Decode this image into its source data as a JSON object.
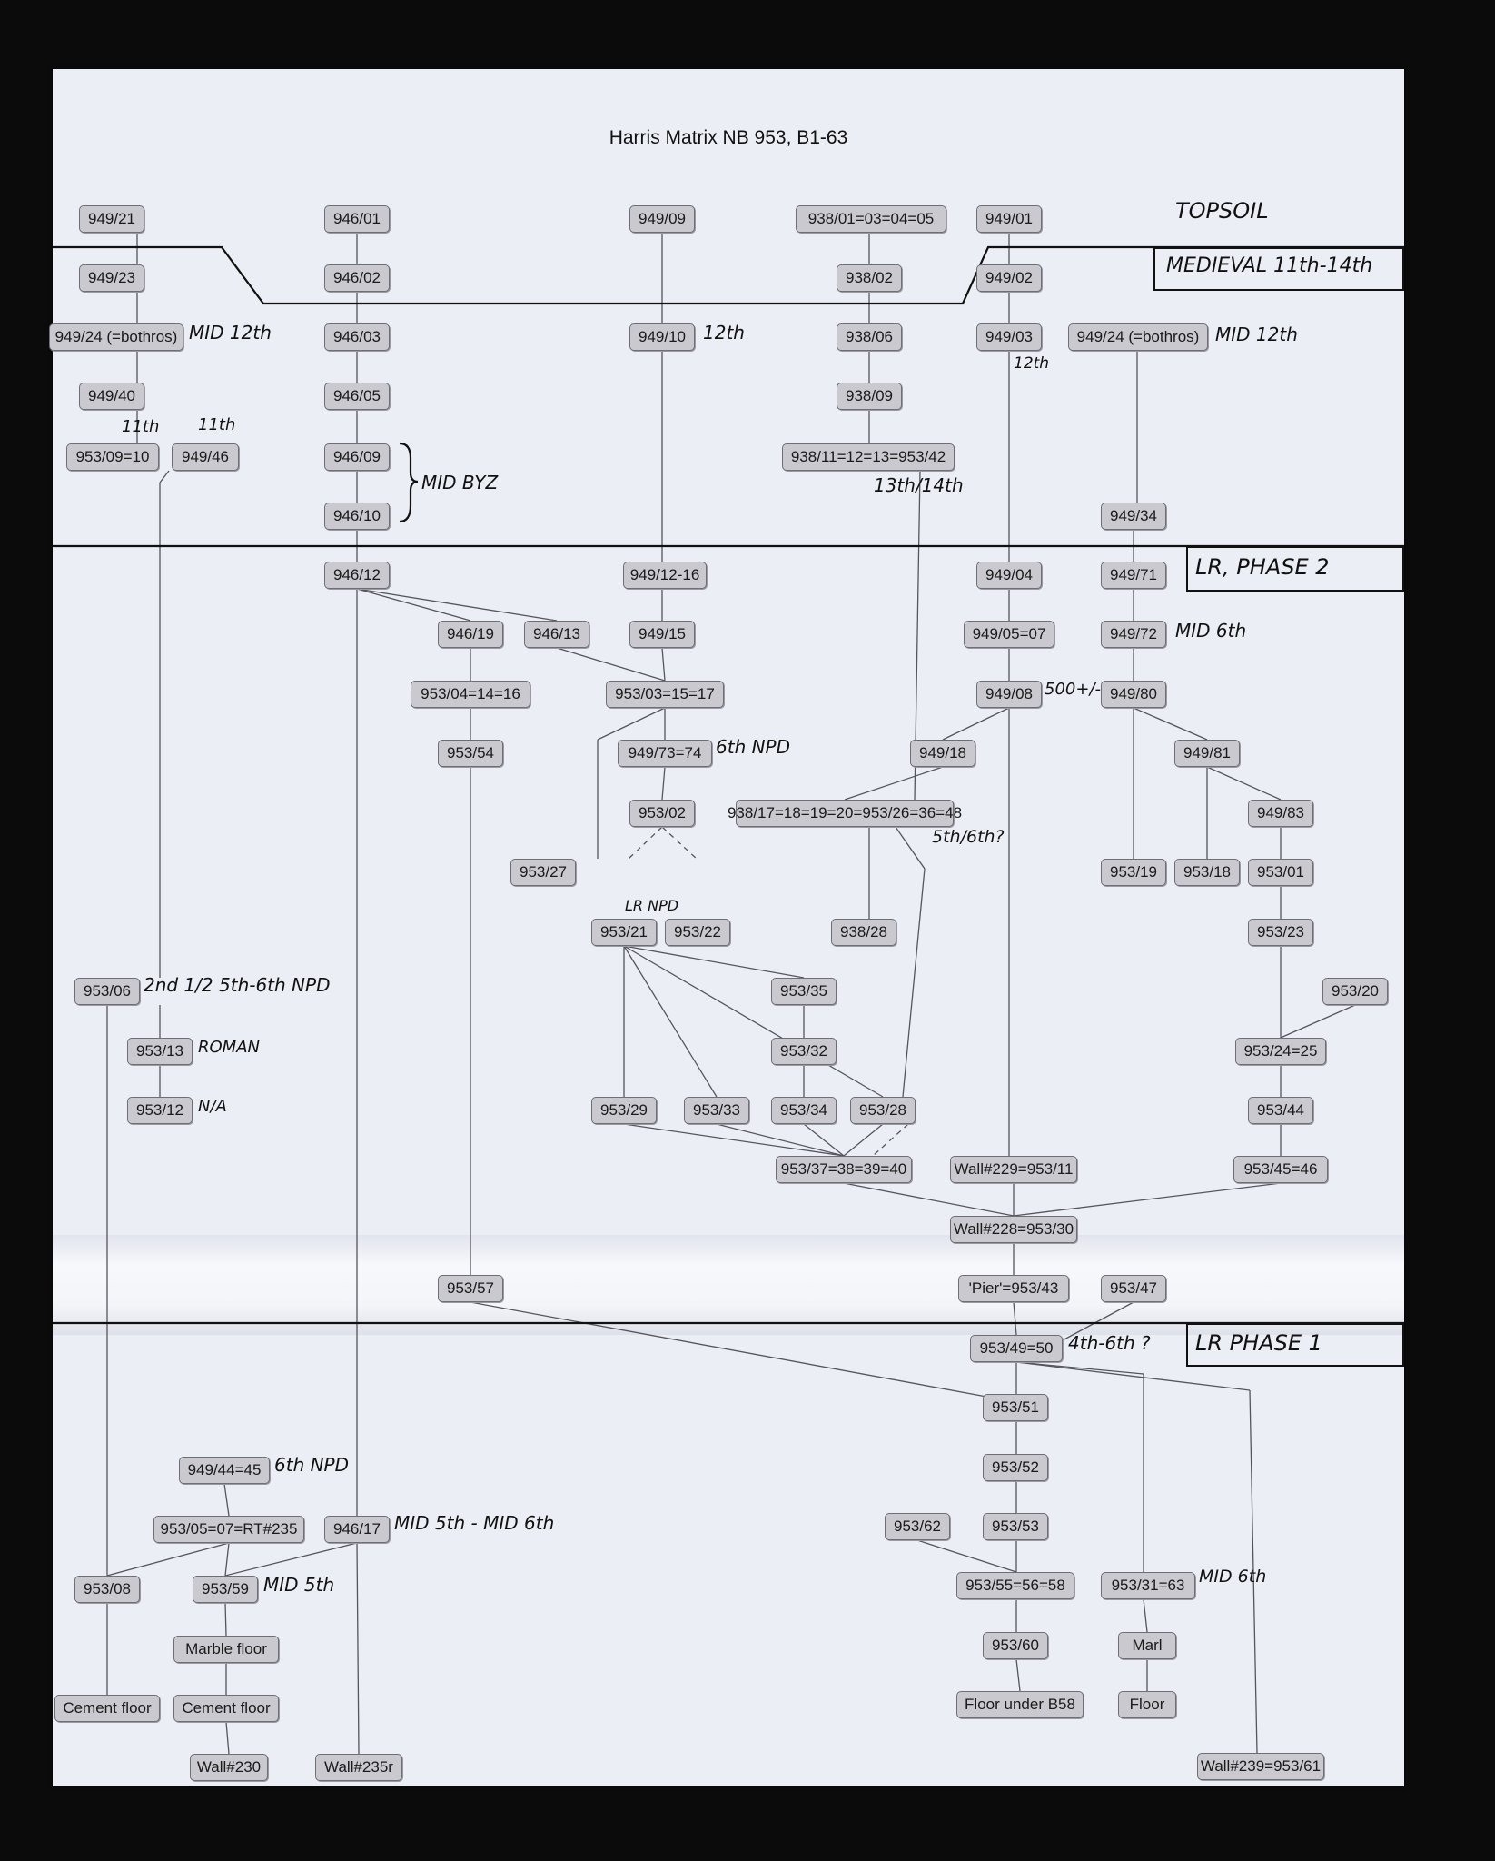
{
  "title": "Harris Matrix NB 953, B1-63",
  "phases": {
    "topsoil": "TOPSOIL",
    "medieval": "MEDIEVAL 11th-14th",
    "lr2": "LR, PHASE 2",
    "lr1": "LR PHASE 1"
  },
  "contexts": {
    "c949_21": "949/21",
    "c946_01": "946/01",
    "c949_09": "949/09",
    "c938_01": "938/01=03=04=05",
    "c949_01": "949/01",
    "c949_23": "949/23",
    "c946_02": "946/02",
    "c938_02": "938/02",
    "c949_02": "949/02",
    "c949_24a": "949/24 (=bothros)",
    "c946_03": "946/03",
    "c949_10": "949/10",
    "c938_06": "938/06",
    "c949_03": "949/03",
    "c949_24b": "949/24 (=bothros)",
    "c949_40": "949/40",
    "c946_05": "946/05",
    "c938_09": "938/09",
    "c953_09": "953/09=10",
    "c949_46": "949/46",
    "c946_09": "946/09",
    "c938_11": "938/11=12=13=953/42",
    "c946_10": "946/10",
    "c949_34": "949/34",
    "c946_12": "946/12",
    "c949_12": "949/12-16",
    "c949_04": "949/04",
    "c949_71": "949/71",
    "c946_19": "946/19",
    "c946_13": "946/13",
    "c949_15": "949/15",
    "c949_05": "949/05=07",
    "c949_72": "949/72",
    "c953_04": "953/04=14=16",
    "c953_03": "953/03=15=17",
    "c949_08": "949/08",
    "c949_80": "949/80",
    "c953_54": "953/54",
    "c949_73": "949/73=74",
    "c949_18": "949/18",
    "c949_81": "949/81",
    "c953_02": "953/02",
    "c938_17": "938/17=18=19=20=953/26=36=48",
    "c949_83": "949/83",
    "c953_27": "953/27",
    "c953_19": "953/19",
    "c953_18": "953/18",
    "c953_01": "953/01",
    "c953_21": "953/21",
    "c953_22": "953/22",
    "c938_28": "938/28",
    "c953_23": "953/23",
    "c953_06": "953/06",
    "c953_35": "953/35",
    "c953_20": "953/20",
    "c953_13": "953/13",
    "c953_32": "953/32",
    "c953_24": "953/24=25",
    "c953_12": "953/12",
    "c953_29": "953/29",
    "c953_33": "953/33",
    "c953_34": "953/34",
    "c953_28": "953/28",
    "c953_44": "953/44",
    "c953_37": "953/37=38=39=40",
    "c_wall229": "Wall#229=953/11",
    "c953_45": "953/45=46",
    "c_wall228": "Wall#228=953/30",
    "c953_57": "953/57",
    "c_pier": "'Pier'=953/43",
    "c953_47": "953/47",
    "c953_49": "953/49=50",
    "c953_51": "953/51",
    "c953_52": "953/52",
    "c949_44": "949/44=45",
    "c953_62": "953/62",
    "c953_53": "953/53",
    "c953_05": "953/05=07=RT#235",
    "c946_17": "946/17",
    "c953_08": "953/08",
    "c953_59": "953/59",
    "c953_55": "953/55=56=58",
    "c953_31": "953/31=63",
    "c953_60": "953/60",
    "c_marl": "Marl",
    "c_marble": "Marble floor",
    "c_cement1": "Cement floor",
    "c_cement2": "Cement floor",
    "c_floorb58": "Floor under B58",
    "c_floor": "Floor",
    "c_wall230": "Wall#230",
    "c_wall235": "Wall#235r",
    "c_wall239": "Wall#239=953/61"
  },
  "notes": {
    "n1": "MID 12th",
    "n2": "12th",
    "n3": "MID 12th",
    "n4": "12th",
    "n5": "11th",
    "n6": "11th",
    "n7": "MID BYZ",
    "n8": "13th/14th",
    "n9": "MID 6th",
    "n10": "500+/-",
    "n11": "6th NPD",
    "n12": "5th/6th?",
    "n13": "LR NPD",
    "n14": "2nd 1/2 5th-6th NPD",
    "n15": "ROMAN",
    "n16": "N/A",
    "n17": "4th-6th ?",
    "n18": "6th NPD",
    "n19": "MID 5th - MID 6th",
    "n20": "MID 5th",
    "n21": "MID 6th"
  },
  "colors": {
    "paper": "#eceef6",
    "box": "#c9c9cf",
    "line": "#55555c",
    "ink": "#111111"
  }
}
